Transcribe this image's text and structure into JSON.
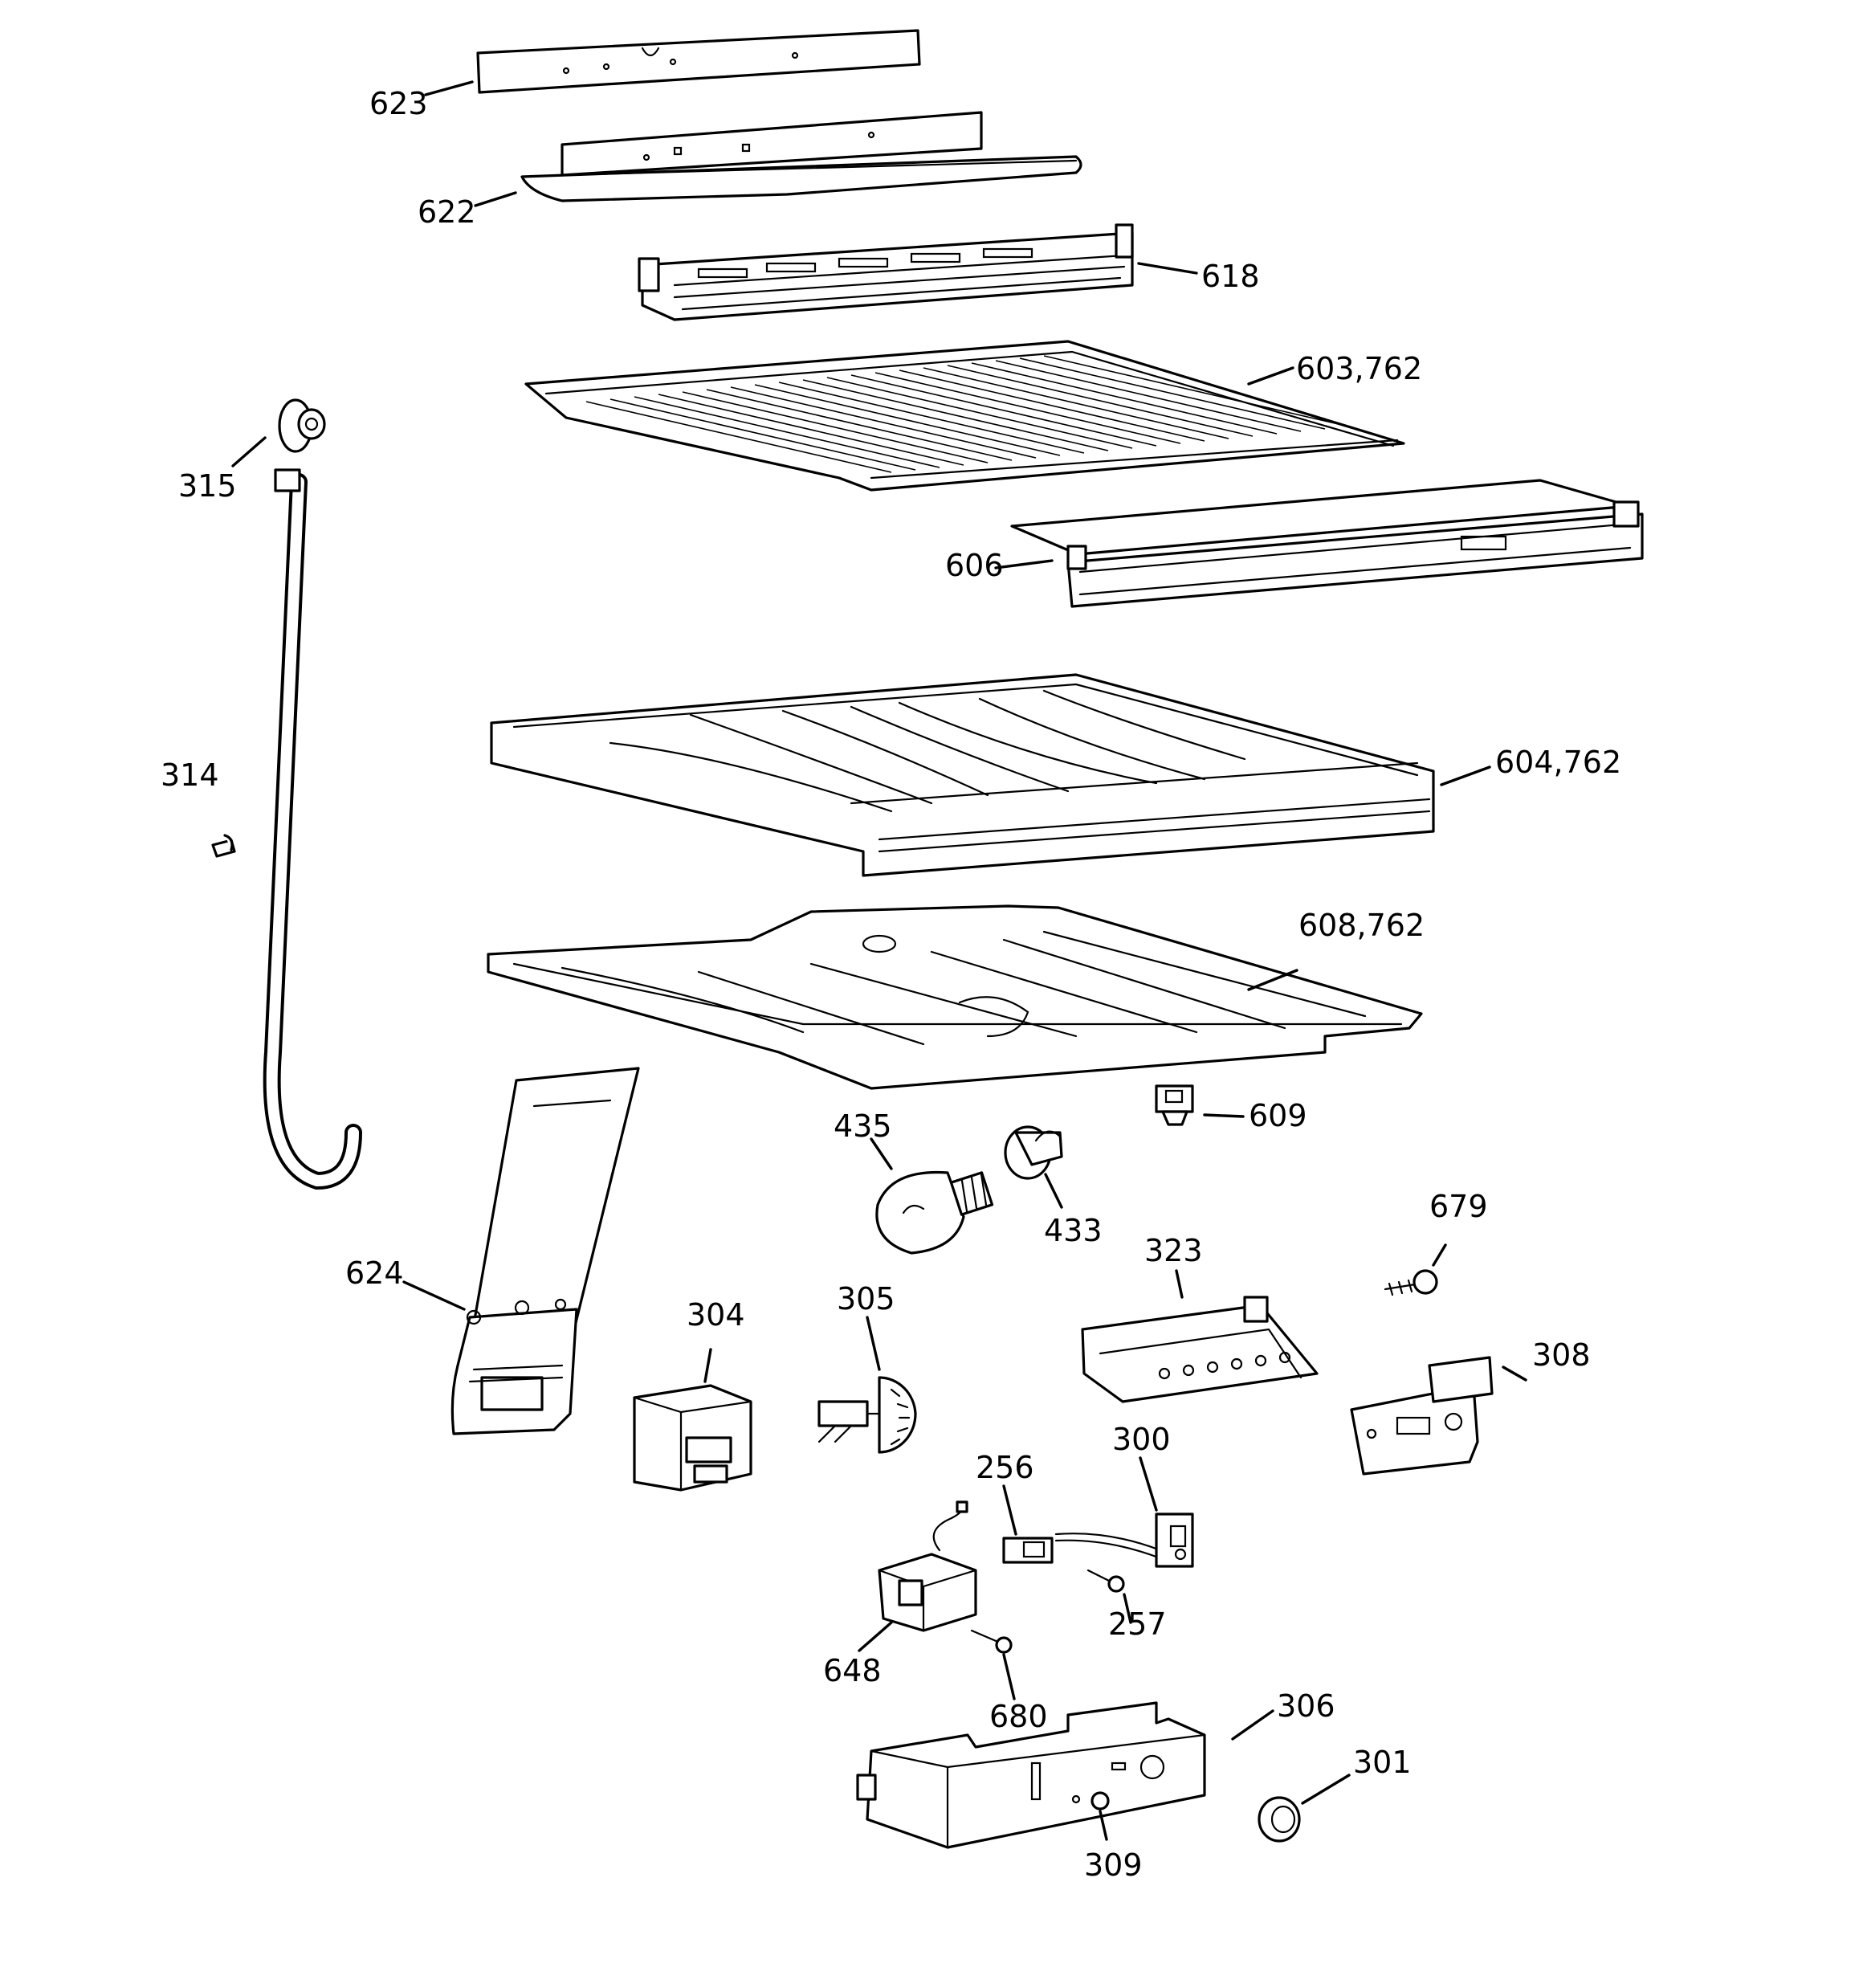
{
  "colors": {
    "ink": "#000000",
    "background": "#ffffff"
  },
  "callouts": {
    "p623": "623",
    "p622": "622",
    "p618": "618",
    "p603": "603,762",
    "p315": "315",
    "p606": "606",
    "p314": "314",
    "p604": "604,762",
    "p608": "608,762",
    "p609": "609",
    "p435": "435",
    "p433": "433",
    "p679": "679",
    "p624": "624",
    "p323": "323",
    "p304": "304",
    "p305": "305",
    "p308": "308",
    "p300": "300",
    "p256": "256",
    "p257": "257",
    "p648": "648",
    "p680": "680",
    "p306": "306",
    "p301": "301",
    "p309": "309"
  }
}
